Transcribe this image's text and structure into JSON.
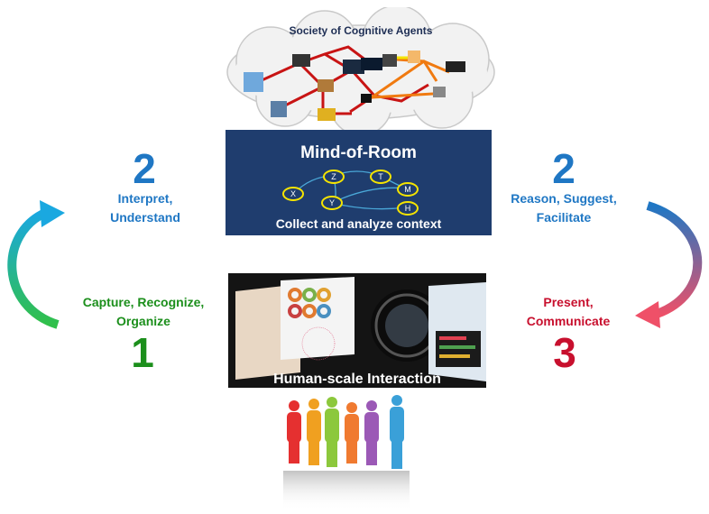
{
  "cloud": {
    "title": "Society of Cognitive Agents"
  },
  "mind_of_room": {
    "title": "Mind-of-Room",
    "subtitle": "Collect and analyze context",
    "nodes": [
      "Z",
      "T",
      "X",
      "M",
      "Y",
      "H"
    ]
  },
  "interaction": {
    "label": "Human-scale Interaction"
  },
  "steps": {
    "interpret": {
      "number": "2",
      "label_line1": "Interpret,",
      "label_line2": "Understand"
    },
    "reason": {
      "number": "2",
      "label_line1": "Reason, Suggest,",
      "label_line2": "Facilitate"
    },
    "capture": {
      "number": "1",
      "label_line1": "Capture, Recognize,",
      "label_line2": "Organize"
    },
    "present": {
      "number": "3",
      "label_line1": "Present,",
      "label_line2": "Communicate"
    }
  },
  "colors": {
    "navy_box": "#1f3d6e",
    "node_yellow": "#f5e400",
    "blue": "#1f77c4",
    "green": "#1c8f1c",
    "red": "#c8102e",
    "cloud_link": "#c81414",
    "cloud_link_orange": "#f07a10"
  }
}
